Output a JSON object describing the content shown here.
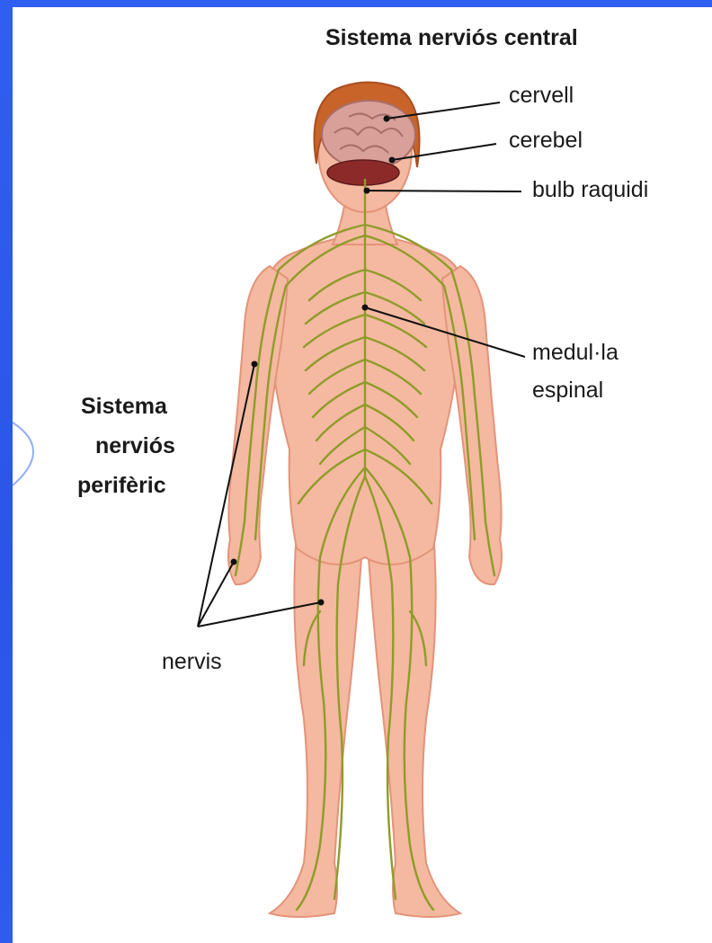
{
  "title_central": "Sistema nerviós central",
  "labels": {
    "cervell": "cervell",
    "cerebel": "cerebel",
    "bulb": "bulb raquidi",
    "medulla_line1": "medul·la",
    "medulla_line2": "espinal",
    "nervis": "nervis"
  },
  "title_peripheral": [
    "Sistema",
    "nerviós",
    "perifèric"
  ],
  "colors": {
    "background": "#2f5ff0",
    "skin": "#f4b9a0",
    "skin_edge": "#e3937a",
    "nerve": "#8f9b2a",
    "hair": "#c8632a",
    "brain": "#d9a09a",
    "cerebellum": "#8c2a2a"
  }
}
